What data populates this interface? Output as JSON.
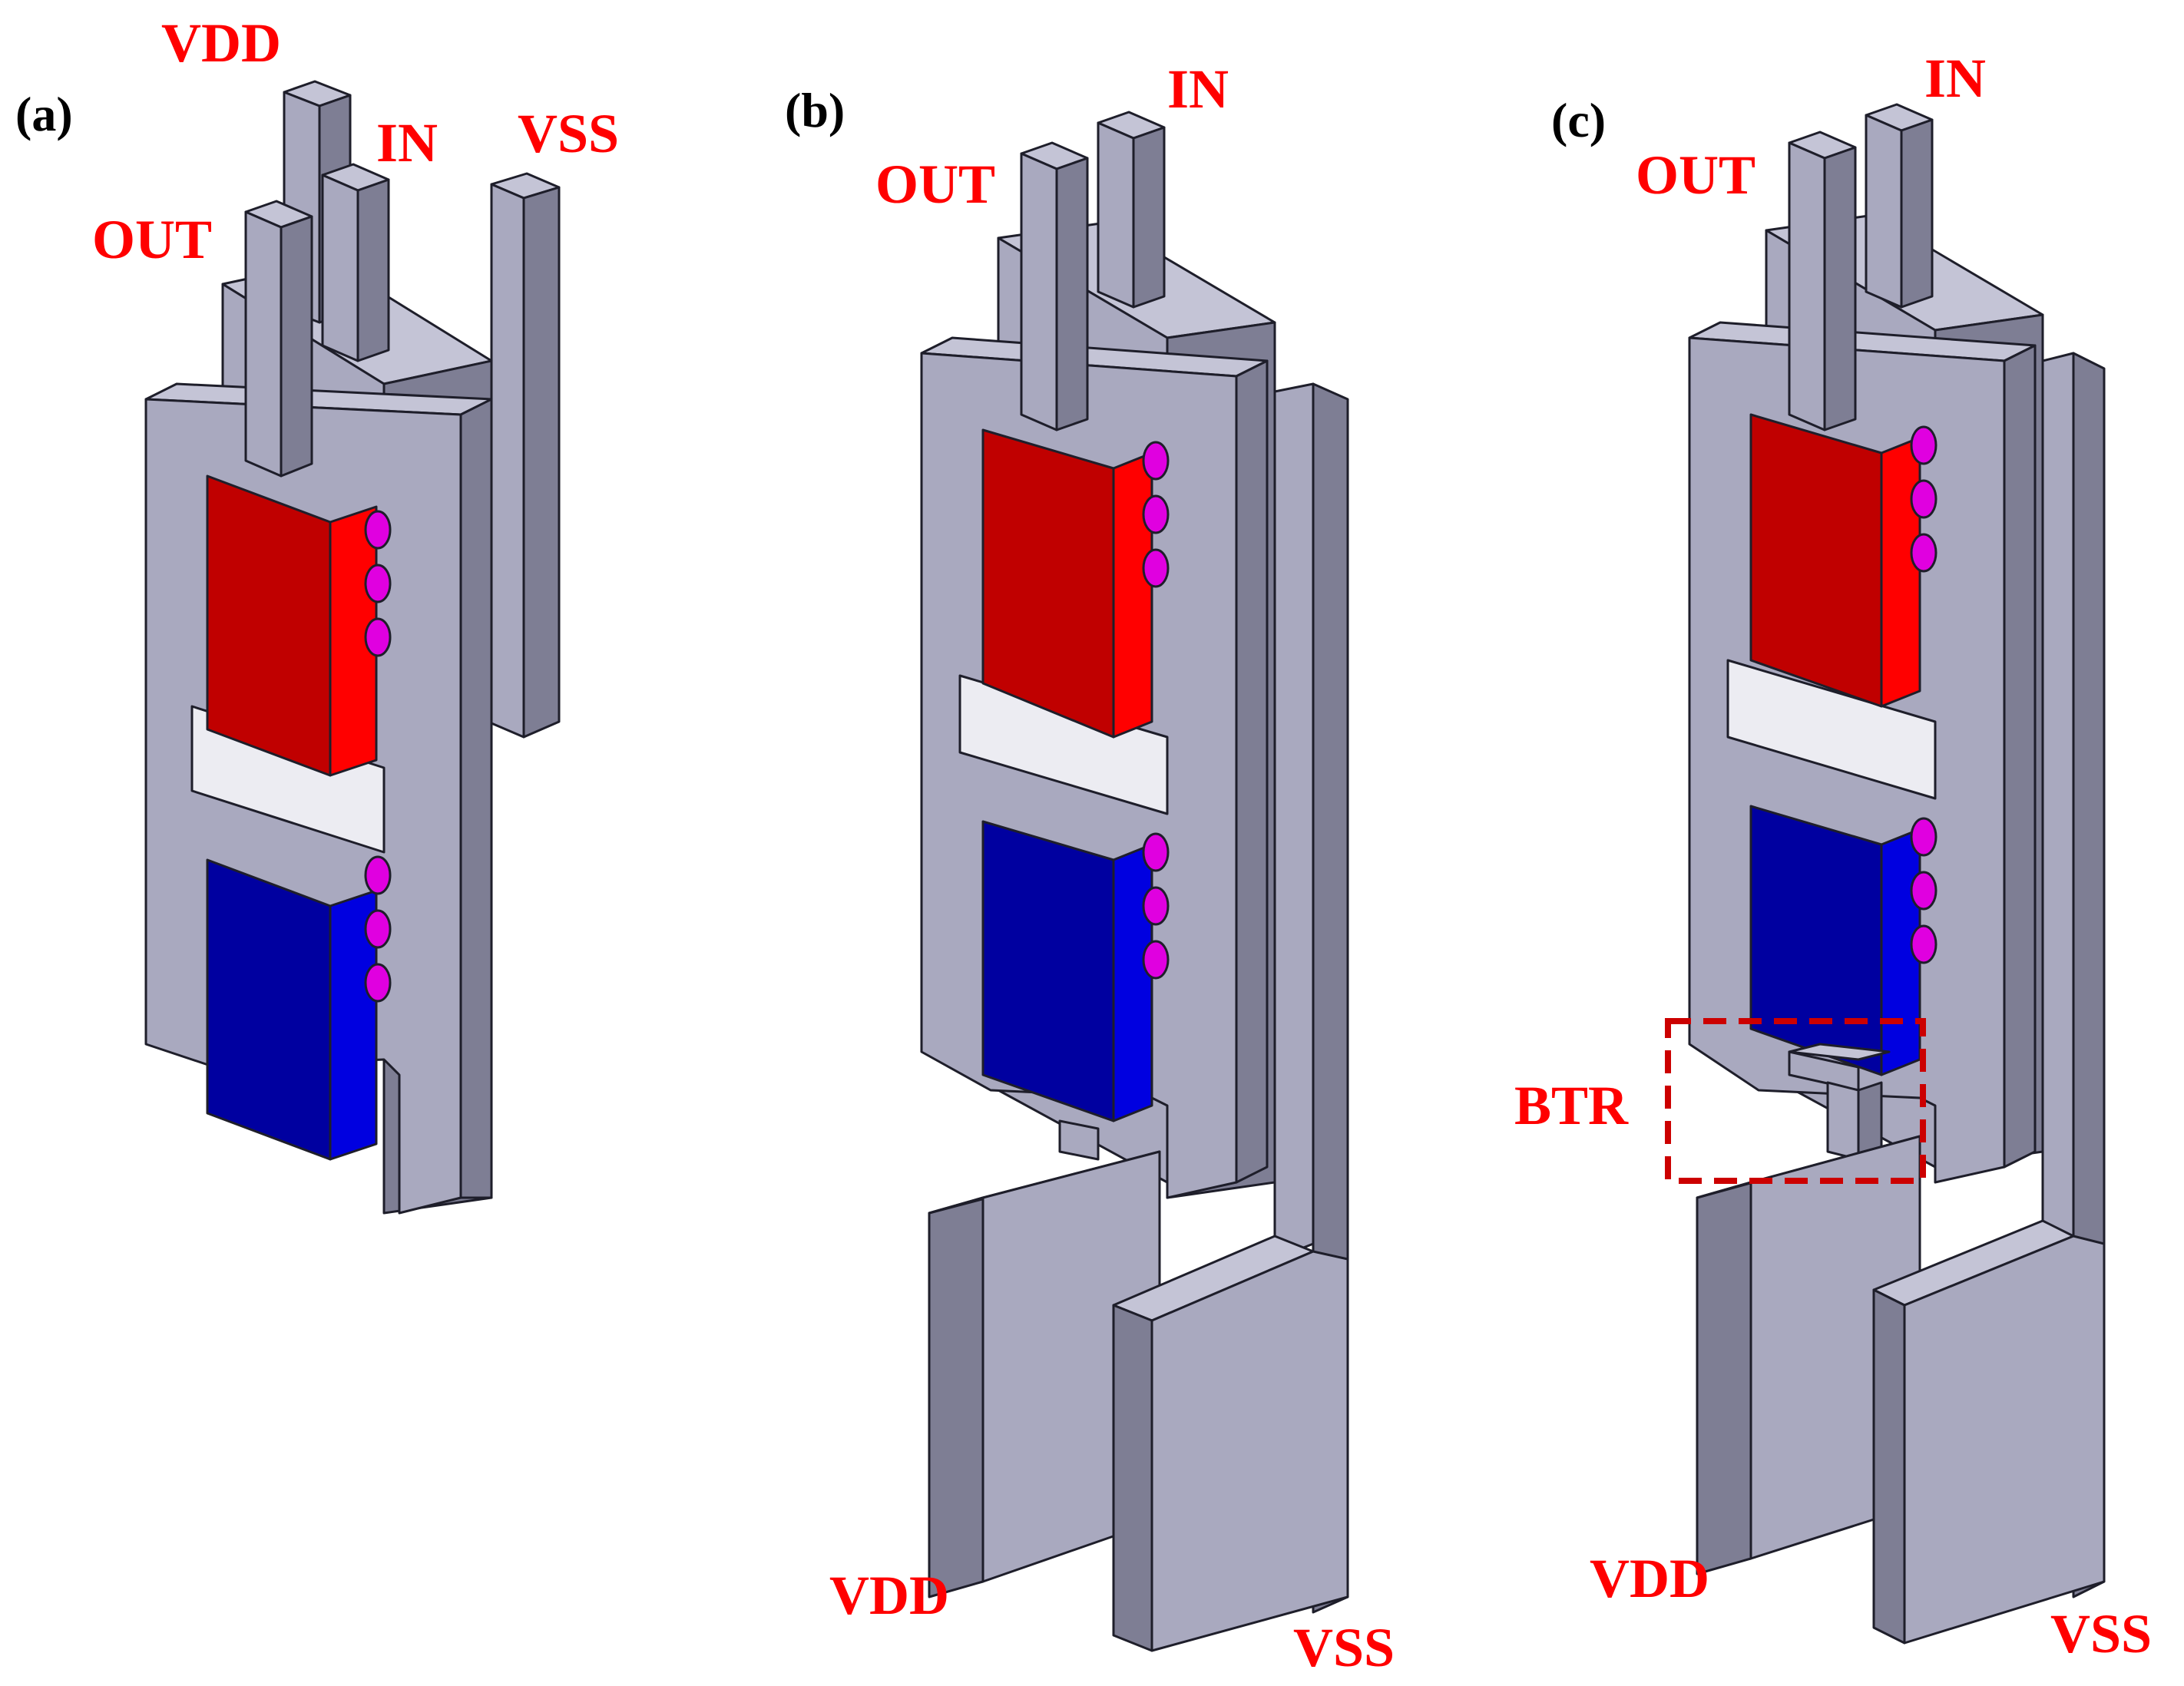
{
  "panels": [
    {
      "id": "a",
      "label": "(a)",
      "terminals": {
        "vdd": "VDD",
        "in": "IN",
        "vss": "VSS",
        "out": "OUT"
      }
    },
    {
      "id": "b",
      "label": "(b)",
      "terminals": {
        "in": "IN",
        "out": "OUT",
        "vdd": "VDD",
        "vss": "VSS"
      }
    },
    {
      "id": "c",
      "label": "(c)",
      "terminals": {
        "in": "IN",
        "out": "OUT",
        "vdd": "VDD",
        "vss": "VSS"
      },
      "annotation": "BTR"
    }
  ],
  "colors": {
    "metal_front": "#a9a9bf",
    "metal_side": "#7e7e94",
    "metal_top": "#c4c4d6",
    "red_front": "#c00000",
    "red_side": "#ff0000",
    "blue_front": "#0000a0",
    "blue_side": "#0000e0",
    "magenta": "#e000e0",
    "label_red": "#ff0000",
    "label_black": "#000000"
  }
}
